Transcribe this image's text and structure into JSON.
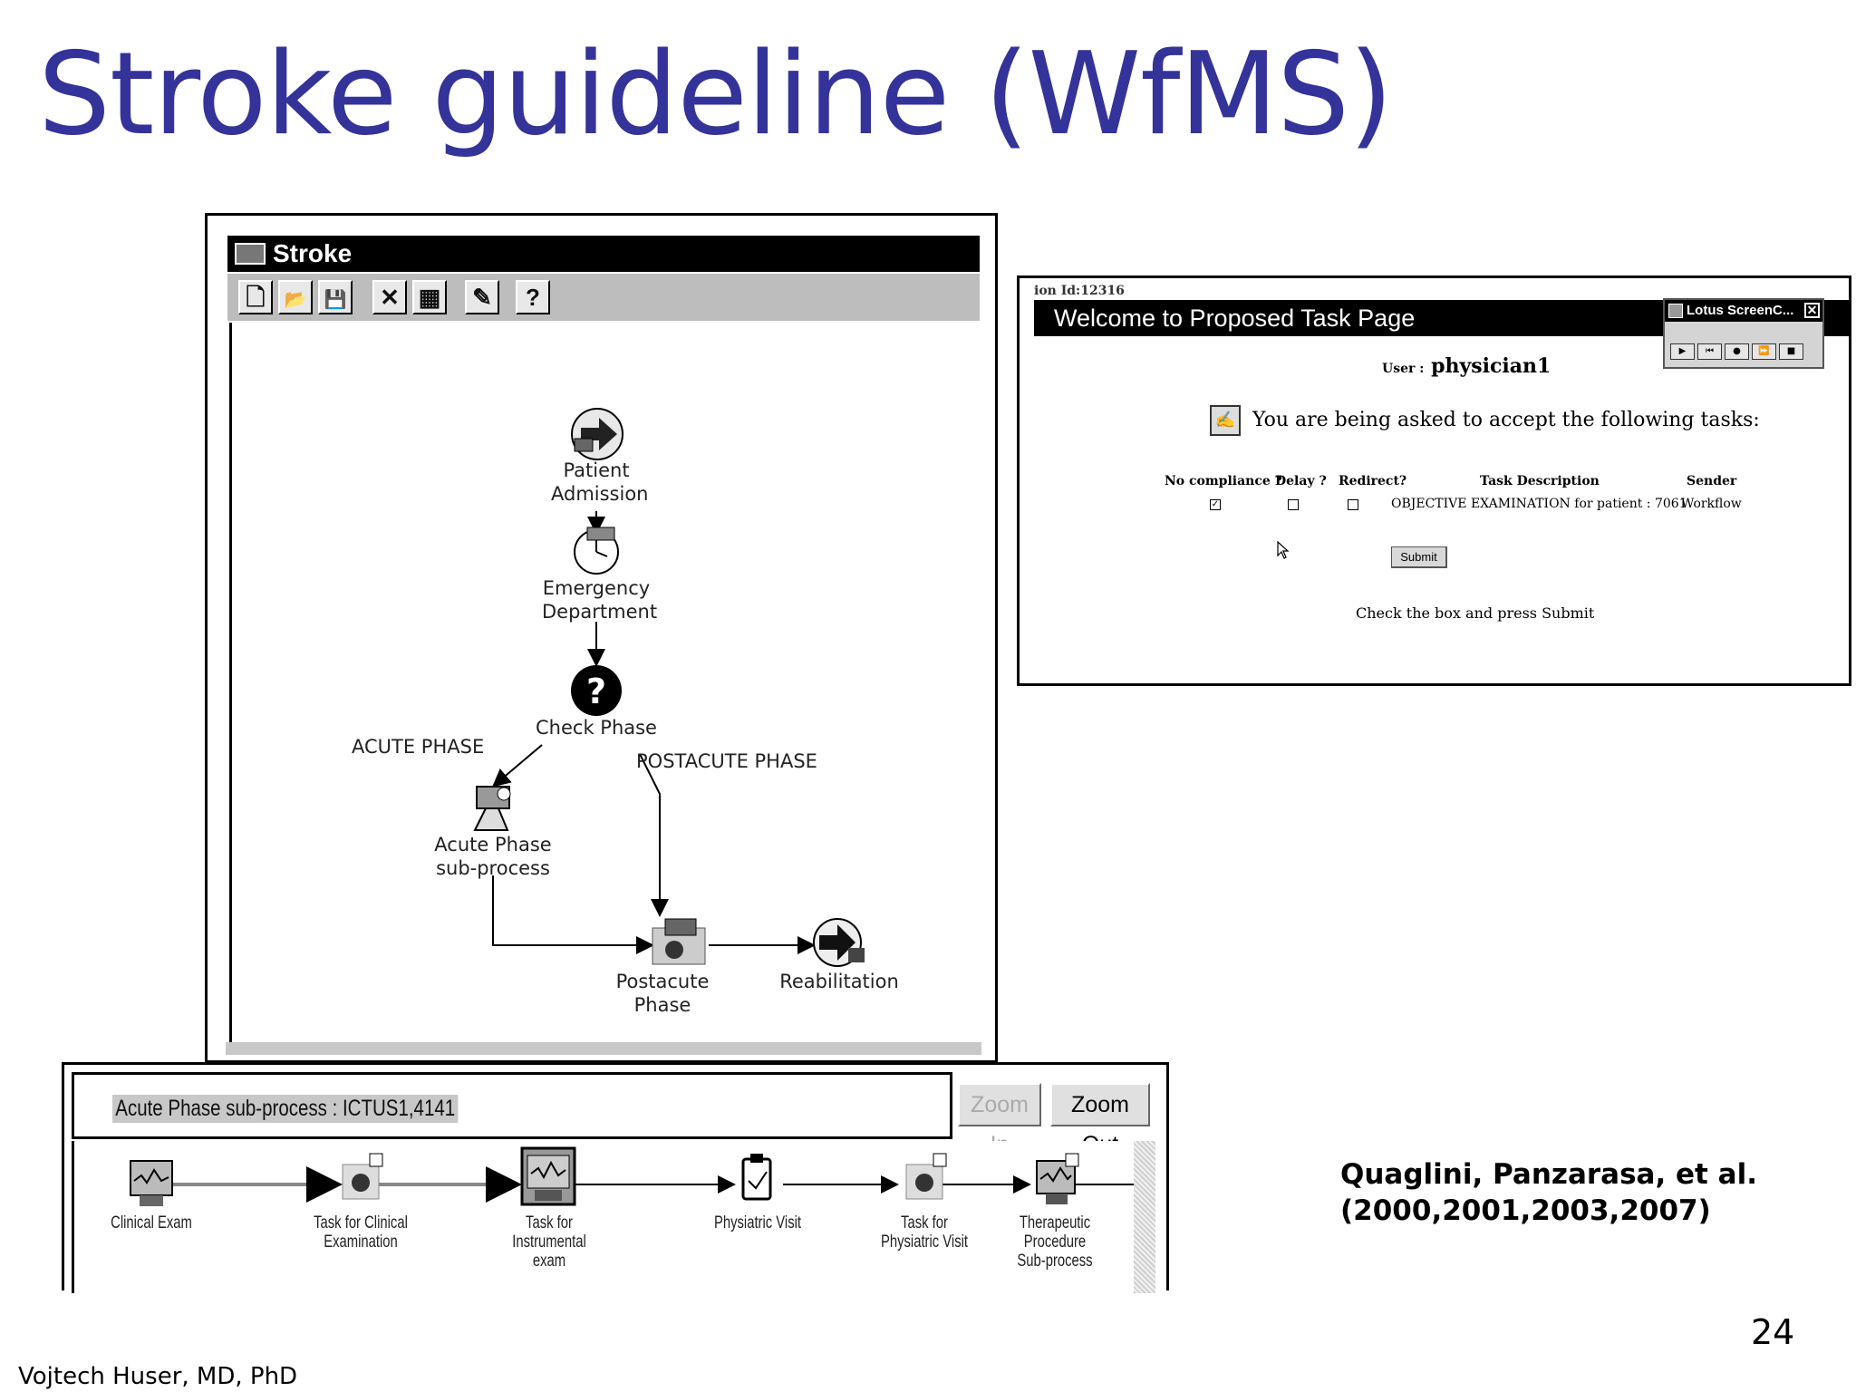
{
  "slide": {
    "title": "Stroke guideline (WfMS)",
    "citation_line1": "Quaglini, Panzarasa, et al.",
    "citation_line2": "(2000,2001,2003,2007)",
    "page_number": "24",
    "author": "Vojtech Huser, MD, PhD"
  },
  "stroke_window": {
    "title": "Stroke",
    "toolbar": [
      {
        "name": "new-file-icon",
        "glyph": "🗋"
      },
      {
        "name": "open-folder-icon",
        "glyph": "📂"
      },
      {
        "name": "save-icon",
        "glyph": "💾"
      },
      {
        "name": "delete-icon",
        "glyph": "✕"
      },
      {
        "name": "properties-icon",
        "glyph": "▦"
      },
      {
        "name": "pencil-icon",
        "glyph": "✎"
      },
      {
        "name": "help-icon",
        "glyph": "?"
      }
    ],
    "nodes": {
      "patient_admission": {
        "line1": "Patient",
        "line2": "Admission"
      },
      "emergency_department": {
        "line1": "Emergency",
        "line2": "Department"
      },
      "check_phase": {
        "line1": "Check Phase"
      },
      "acute_phase": {
        "line1": "Acute Phase",
        "line2": "sub-process"
      },
      "postacute_phase": {
        "line1": "Postacute",
        "line2": "Phase"
      },
      "reabilitation": {
        "line1": "Reabilitation"
      }
    },
    "edges": {
      "acute": "ACUTE PHASE",
      "postacute": "POSTACUTE PHASE"
    }
  },
  "task_window": {
    "session": "ion Id:12316",
    "header": "Welcome to Proposed Task Page",
    "lotus_title": "Lotus ScreenC...",
    "user_label": "User :",
    "user_name": "physician1",
    "message": "You are being asked to accept the following tasks:",
    "columns": {
      "no_compliance": "No compliance ?",
      "delay": "Delay ?",
      "redirect": "Redirect?",
      "task_description": "Task Description",
      "sender": "Sender"
    },
    "row": {
      "no_compliance_checked": true,
      "delay_checked": false,
      "redirect_checked": false,
      "task_description": "OBJECTIVE EXAMINATION for patient : 7061",
      "sender": "Workflow"
    },
    "submit_label": "Submit",
    "hint": "Check the box and press Submit"
  },
  "sub_process": {
    "title": "Acute Phase sub-process : ICTUS1,4141",
    "zoom_in": "Zoom In",
    "zoom_out": "Zoom Out",
    "steps": [
      {
        "line1": "Clinical Exam",
        "line2": "",
        "line3": ""
      },
      {
        "line1": "Task for Clinical",
        "line2": "Examination",
        "line3": ""
      },
      {
        "line1": "Task for",
        "line2": "Instrumental",
        "line3": "exam"
      },
      {
        "line1": "Physiatric Visit",
        "line2": "",
        "line3": ""
      },
      {
        "line1": "Task for",
        "line2": "Physiatric Visit",
        "line3": ""
      },
      {
        "line1": "Therapeutic",
        "line2": "Procedure",
        "line3": "Sub-process"
      }
    ]
  }
}
